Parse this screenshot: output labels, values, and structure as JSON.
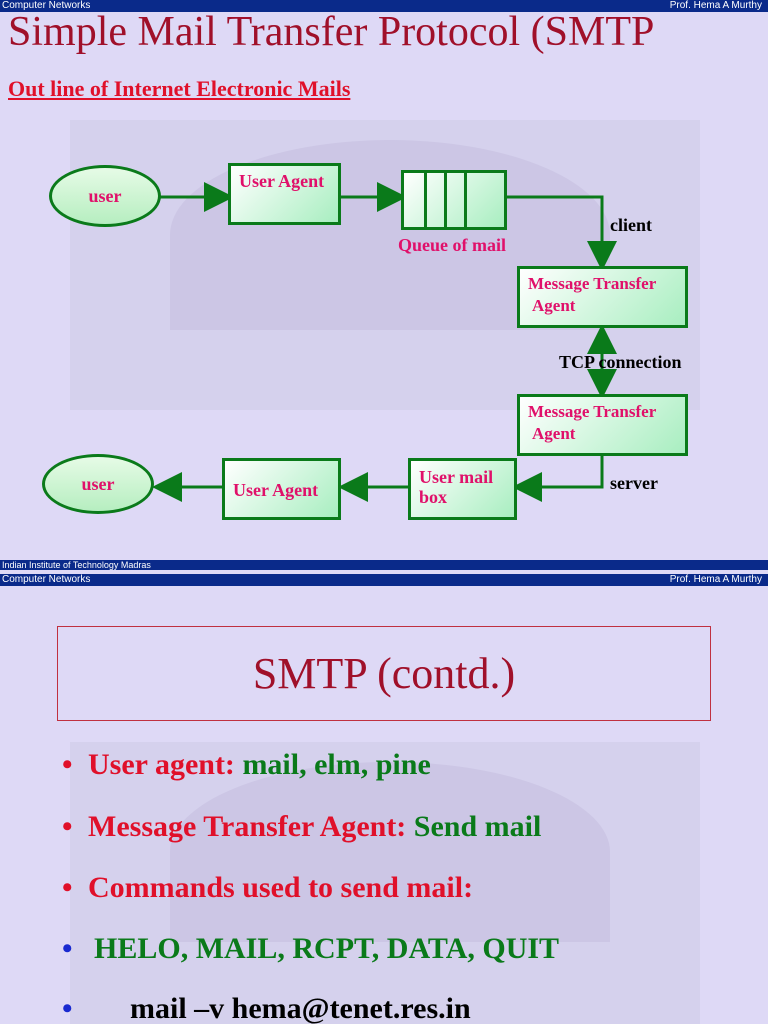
{
  "slide1": {
    "header_left": "Computer Networks",
    "header_right": "Prof. Hema A Murthy",
    "title": "Simple Mail Transfer Protocol (SMTP",
    "subtitle": "Out line of Internet Electronic Mails",
    "diagram": {
      "user_top": "user",
      "user_agent_top": "User Agent",
      "queue_label": "Queue of mail",
      "client_label": "client",
      "mta_top_line1": "Message Transfer",
      "mta_top_line2": "Agent",
      "tcp_label": "TCP connection",
      "mta_bottom_line1": "Message Transfer",
      "mta_bottom_line2": "Agent",
      "server_label": "server",
      "mailbox_line1": "User mail",
      "mailbox_line2": "box",
      "user_agent_bottom": "User Agent",
      "user_bottom": "user"
    },
    "footer_left": "Indian Institute of Technology Madras"
  },
  "slide2": {
    "header_left": "Computer Networks",
    "header_right": "Prof. Hema A Murthy",
    "title": "SMTP (contd.)",
    "bullets": [
      {
        "label": "User agent: ",
        "value": "mail, elm, pine"
      },
      {
        "label": "Message Transfer Agent: ",
        "value": "Send mail"
      },
      {
        "label": "Commands used to send mail:",
        "value": ""
      },
      {
        "label": "",
        "value": "HELO, MAIL, RCPT, DATA, QUIT"
      },
      {
        "label": "",
        "value": "mail –v hema@tenet.res.in"
      }
    ],
    "bullet_marker": "•"
  },
  "colors": {
    "background": "#ded9f6",
    "bar": "#0a2a8a",
    "title": "#a0102a",
    "box_border": "#0a7a1a",
    "box_text": "#e0106a"
  }
}
